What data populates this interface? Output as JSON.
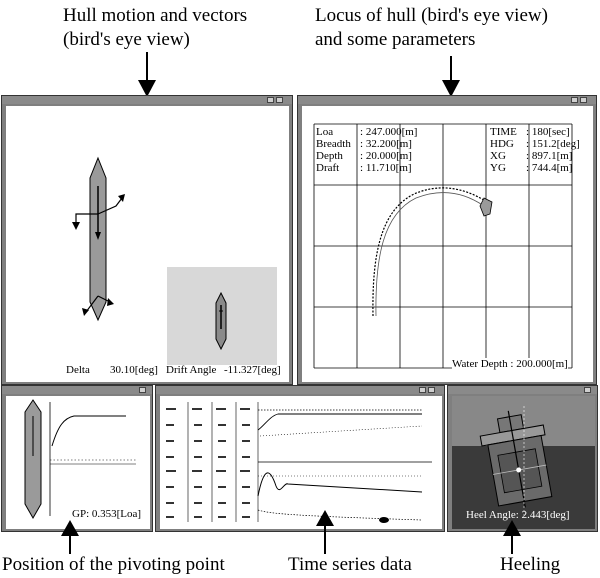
{
  "captions": {
    "hull_motion_line1": "Hull motion and vectors",
    "hull_motion_line2": "(bird's eye view)",
    "locus_line1": "Locus of hull (bird's eye view)",
    "locus_line2": "and some parameters",
    "pivoting": "Position of the pivoting point",
    "timeseries": "Time series data",
    "heeling": "Heeling"
  },
  "hull_window": {
    "delta_label": "Delta",
    "delta_value": "30.10[deg]",
    "drift_label": "Drift Angle",
    "drift_value": "-11.327[deg]"
  },
  "locus_window": {
    "params_left": [
      {
        "name": "Loa",
        "value": "247.000[m]"
      },
      {
        "name": "Breadth",
        "value": "32.200[m]"
      },
      {
        "name": "Depth",
        "value": "20.000[m]"
      },
      {
        "name": "Draft",
        "value": "11.710[m]"
      }
    ],
    "params_right": [
      {
        "name": "TIME",
        "value": "180[sec]"
      },
      {
        "name": "HDG",
        "value": "151.2[deg]"
      },
      {
        "name": "XG",
        "value": "897.1[m]"
      },
      {
        "name": "YG",
        "value": "744.4[m]"
      }
    ],
    "water_depth_label": "Water Depth",
    "water_depth_value": "200.000[m]"
  },
  "pivot_window": {
    "gp_label": "GP",
    "gp_value": "0.353[Loa]"
  },
  "heel_window": {
    "heel_label": "Heel Angle",
    "heel_value": "2.443[deg]"
  },
  "colors": {
    "window_frame": "#7f7f7f",
    "hull_fill": "#9a9a9a",
    "inset_bg": "#d8d8d8",
    "heel_sea": "#3a3a3a",
    "heel_sky": "#888888"
  }
}
